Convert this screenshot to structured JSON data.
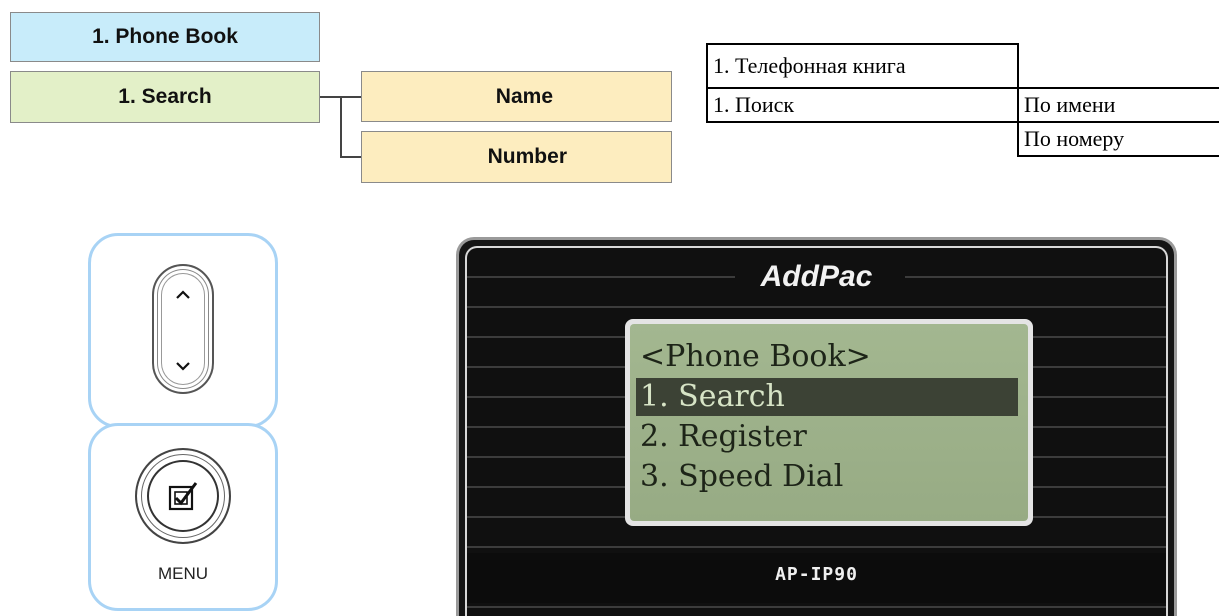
{
  "menu_tree": {
    "root_label": "1. Phone Book",
    "child_label": "1. Search",
    "options": [
      "Name",
      "Number"
    ]
  },
  "translation_table": {
    "row1": "1. Телефонная книга",
    "row2": "1. Поиск",
    "option1": "По имени",
    "option2": "По номеру"
  },
  "keys": {
    "nav": {
      "up_icon": "chevron-up-icon",
      "down_icon": "chevron-down-icon"
    },
    "menu": {
      "icon": "menu-check-icon",
      "label": "MENU"
    }
  },
  "device": {
    "brand": "AddPac",
    "model": "AP-IP90",
    "screen": {
      "title": "<Phone Book>",
      "items": [
        "1. Search",
        "2. Register",
        "3. Speed Dial"
      ],
      "selected_index": 0
    }
  },
  "colors": {
    "root_box": "#c8ecfa",
    "child_box": "#e3f0c8",
    "option_box": "#fdedbf",
    "key_panel_border": "#a8d3f5",
    "lcd_background": "#a3b790",
    "lcd_selected": "#3c4235"
  }
}
